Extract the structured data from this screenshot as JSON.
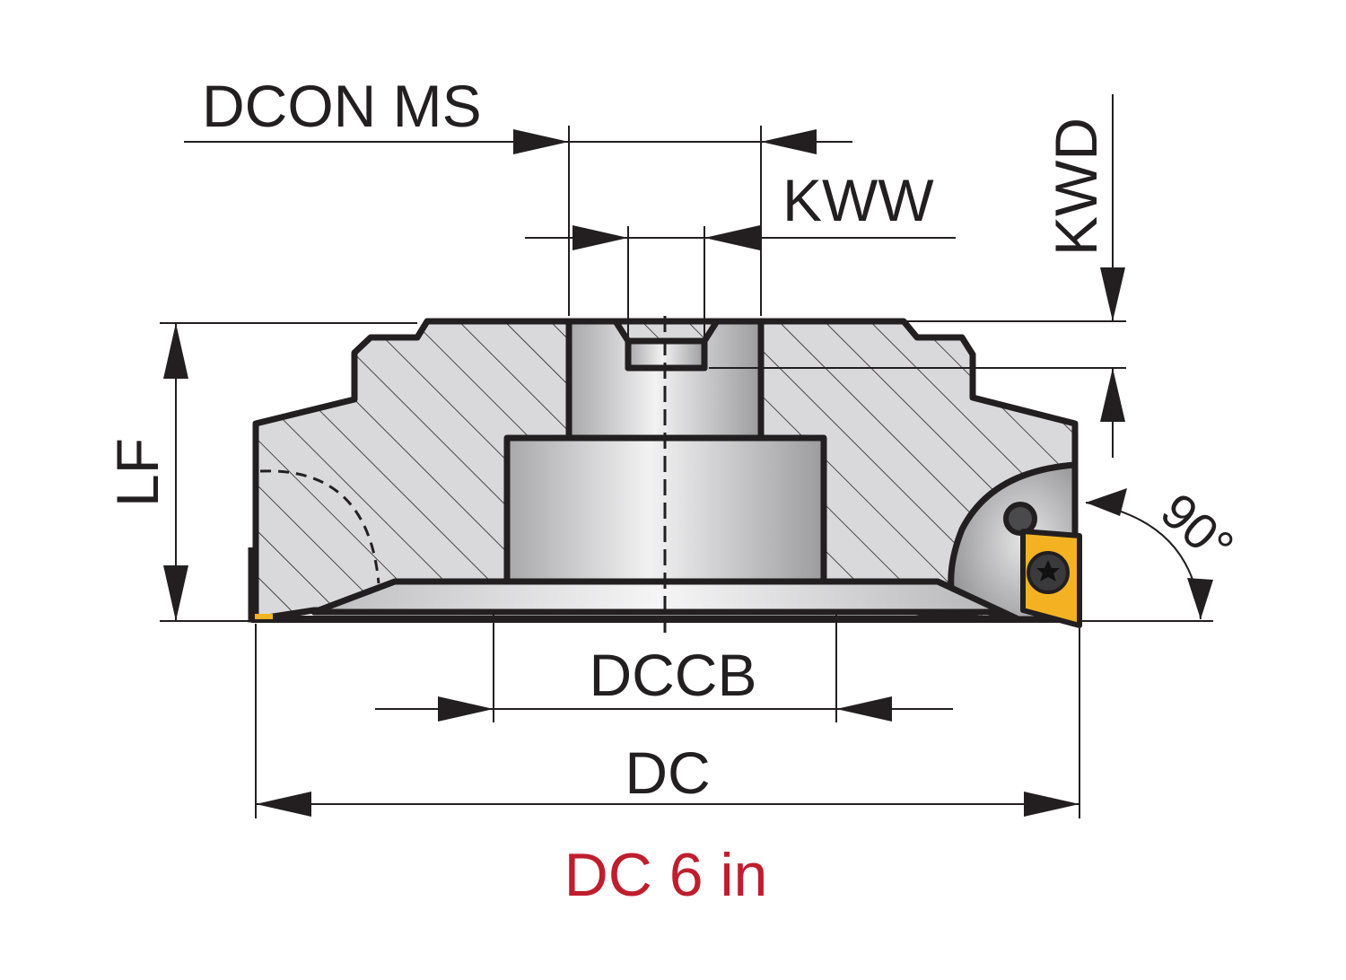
{
  "labels": {
    "dcon_ms": "DCON MS",
    "kww": "KWW",
    "kwd": "KWD",
    "lf": "LF",
    "dccb": "DCCB",
    "dc": "DC",
    "angle": "90°"
  },
  "caption": "DC 6 in",
  "colors": {
    "ink": "#231f20",
    "caption": "#be1e2d",
    "body_fill": "#d9d9db",
    "bore_fill": "#c8c8ca",
    "insert": "#f4b223"
  }
}
